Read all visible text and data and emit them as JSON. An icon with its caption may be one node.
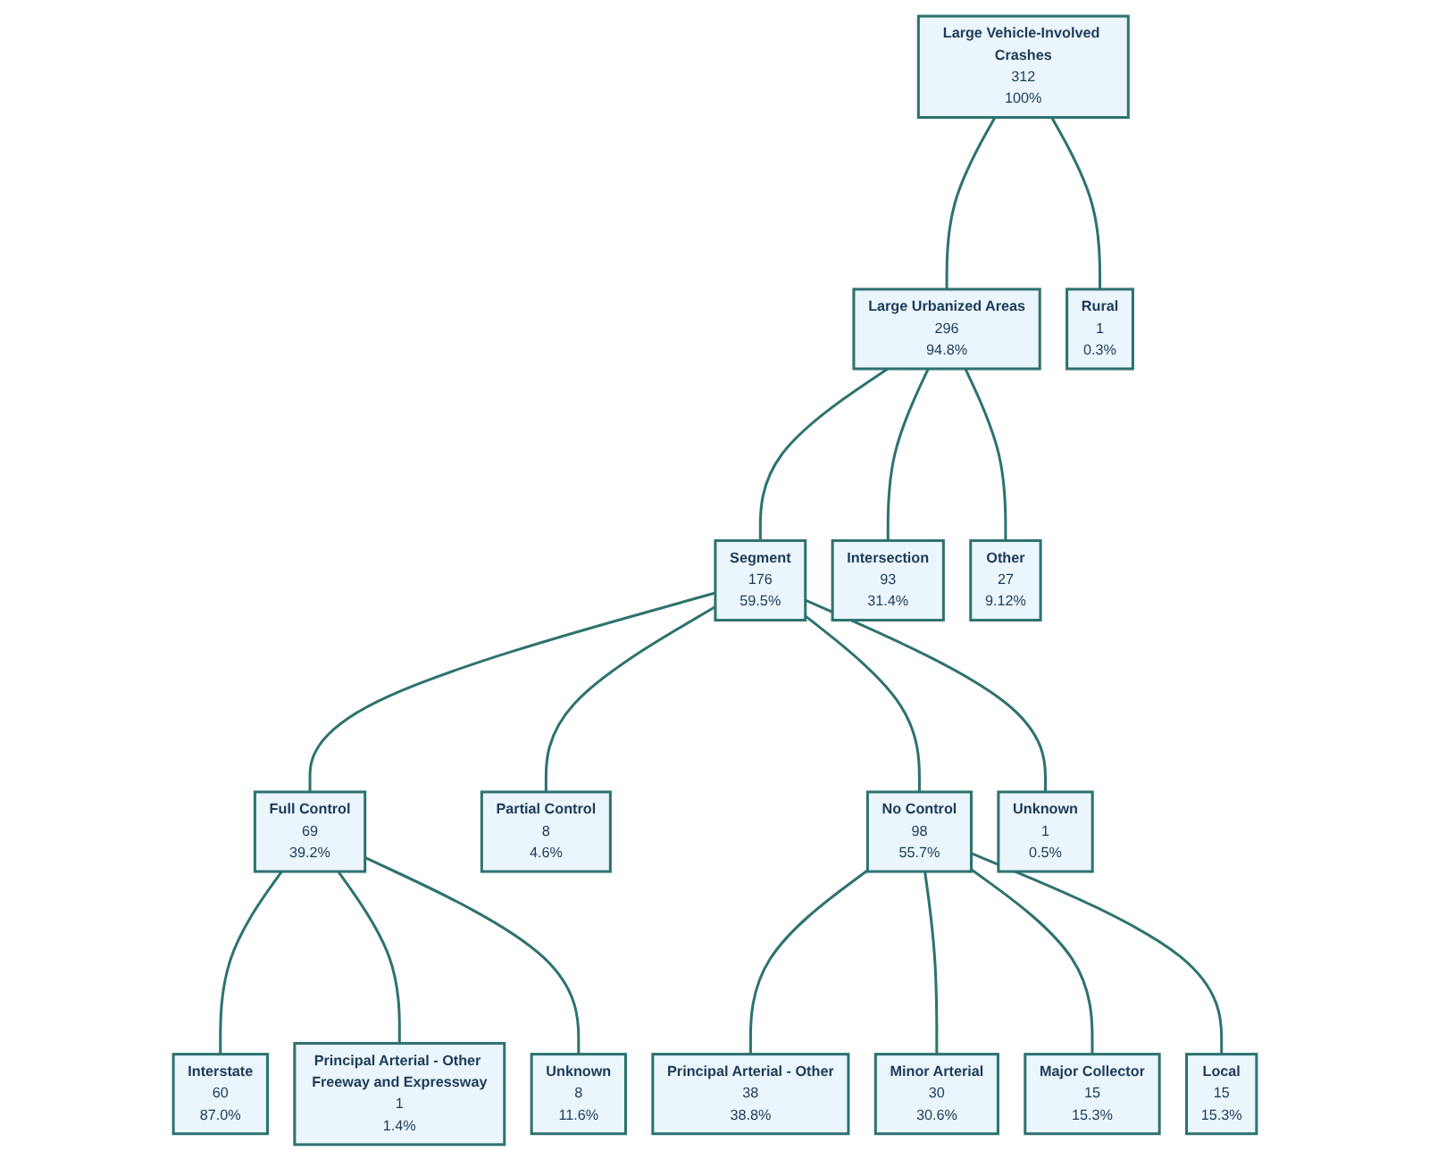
{
  "diagram": {
    "nodes": [
      {
        "text": [
          "Large Vehicle-Involved Crashes",
          "312",
          "100%"
        ]
      },
      {
        "text": [
          "Large Urbanized Areas",
          "296",
          "94.8%"
        ]
      },
      {
        "text": [
          "Rural",
          "1",
          "0.3%"
        ]
      },
      {
        "text": [
          "Segment",
          "176",
          "59.5%"
        ]
      },
      {
        "text": [
          "Intersection",
          "93",
          "31.4%"
        ]
      },
      {
        "text": [
          "Other",
          "27",
          "9.12%"
        ]
      },
      {
        "text": [
          "Full Control",
          "69",
          "39.2%"
        ]
      },
      {
        "text": [
          "Partial Control",
          "8",
          "4.6%"
        ]
      },
      {
        "text": [
          "No Control",
          "98",
          "55.7%"
        ]
      },
      {
        "text": [
          "Unknown",
          "1",
          "0.5%"
        ]
      },
      {
        "text": [
          "Interstate",
          "60",
          "87.0%"
        ]
      },
      {
        "text": [
          "Principal Arterial - Other Freeway and Expressway",
          "1",
          "1.4%"
        ]
      },
      {
        "text": [
          "Unknown",
          "8",
          "11.6%"
        ]
      },
      {
        "text": [
          "Principal Arterial - Other",
          "38",
          "38.8%"
        ]
      },
      {
        "text": [
          "Minor Arterial",
          "30",
          "30.6%"
        ]
      },
      {
        "text": [
          "Major Collector",
          "15",
          "15.3%"
        ]
      },
      {
        "text": [
          "Local",
          "15",
          "15.3%"
        ]
      }
    ],
    "edges": [
      {
        "from": 0,
        "to": 1,
        "arrow": "none"
      },
      {
        "from": 0,
        "to": 2,
        "arrow": "none"
      },
      {
        "from": 1,
        "to": 3,
        "arrow": "none"
      },
      {
        "from": 1,
        "to": 4,
        "arrow": "none"
      },
      {
        "from": 1,
        "to": 5,
        "arrow": "none"
      },
      {
        "from": 3,
        "to": 6,
        "arrow": "none"
      },
      {
        "from": 3,
        "to": 7,
        "arrow": "none"
      },
      {
        "from": 3,
        "to": 8,
        "arrow": "none"
      },
      {
        "from": 3,
        "to": 9,
        "arrow": "none"
      },
      {
        "from": 6,
        "to": 10,
        "arrow": "none"
      },
      {
        "from": 6,
        "to": 11,
        "arrow": "none"
      },
      {
        "from": 6,
        "to": 12,
        "arrow": "none"
      },
      {
        "from": 8,
        "to": 13,
        "arrow": "none"
      },
      {
        "from": 8,
        "to": 14,
        "arrow": "none"
      },
      {
        "from": 8,
        "to": 15,
        "arrow": "none"
      },
      {
        "from": 8,
        "to": 16,
        "arrow": "none"
      }
    ]
  }
}
